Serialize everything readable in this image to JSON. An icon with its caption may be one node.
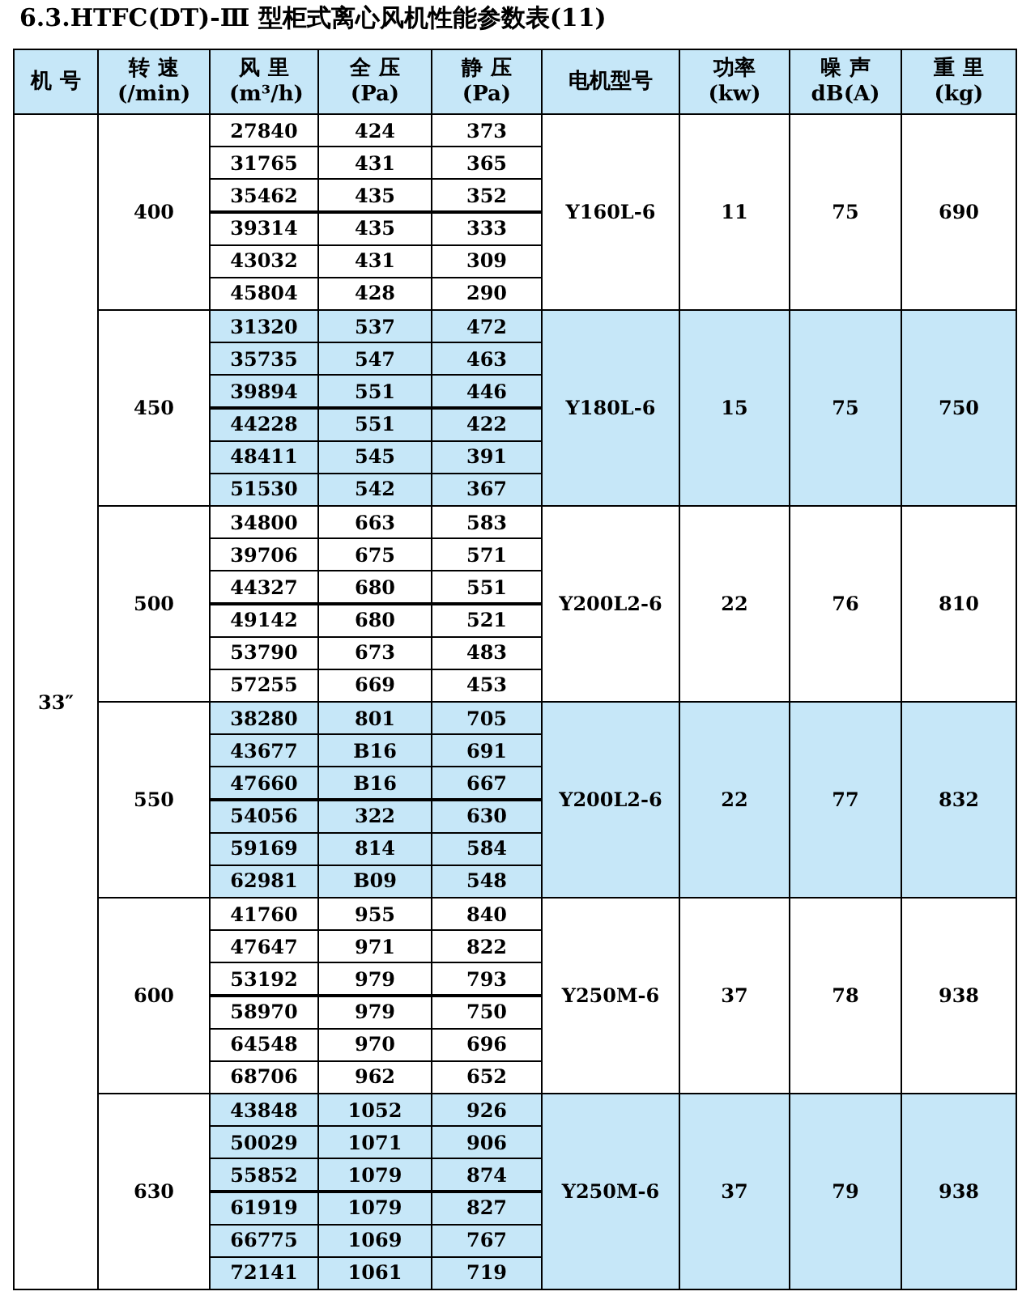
{
  "diagram": {
    "title": "6.3.HTFC(DT)-Ⅲ 型柜式离心风机性能参数表(11)",
    "labels": [
      "机 号",
      "转 速 (/min)",
      "风 里 (m³/h)",
      "全 压 (Pa)",
      "静 压 (Pa)",
      "电机型号",
      "功率 (kw)",
      "噪 声 dB(A)",
      "重 里 (kg)",
      "33″",
      "400",
      "27840",
      "424",
      "373",
      "Y160L-6",
      "11",
      "75",
      "690",
      "31765",
      "431",
      "365",
      "35462",
      "435",
      "352",
      "39314",
      "435",
      "333",
      "43032",
      "431",
      "309",
      "45804",
      "428",
      "290",
      "450",
      "31320",
      "537",
      "472",
      "Y180L-6",
      "15",
      "75",
      "750",
      "35735",
      "547",
      "463",
      "39894",
      "551",
      "446",
      "44228",
      "551",
      "422",
      "48411",
      "545",
      "391",
      "51530",
      "542",
      "367",
      "500",
      "34800",
      "663",
      "583",
      "Y200L2-6",
      "22",
      "76",
      "810",
      "39706",
      "675",
      "571",
      "44327",
      "680",
      "551",
      "49142",
      "680",
      "521",
      "53790",
      "673",
      "483",
      "57255",
      "669",
      "453",
      "550",
      "38280",
      "801",
      "705",
      "Y200L2-6",
      "22",
      "77",
      "832",
      "43677",
      "B16",
      "691",
      "47660",
      "B16",
      "667",
      "54056",
      "322",
      "630",
      "59169",
      "814",
      "584",
      "62981",
      "B09",
      "548",
      "600",
      "41760",
      "955",
      "840",
      "Y250M-6",
      "37",
      "78",
      "938",
      "47647",
      "971",
      "822",
      "53192",
      "979",
      "793",
      "58970",
      "979",
      "750",
      "64548",
      "970",
      "696",
      "68706",
      "962",
      "652",
      "630",
      "43848",
      "1052",
      "926",
      "Y250M-6",
      "37",
      "79",
      "938",
      "50029",
      "1071",
      "906",
      "55852",
      "1079",
      "874",
      "61919",
      "1079",
      "827",
      "66775",
      "1069",
      "767",
      "72141",
      "1061",
      "719"
    ]
  }
}
